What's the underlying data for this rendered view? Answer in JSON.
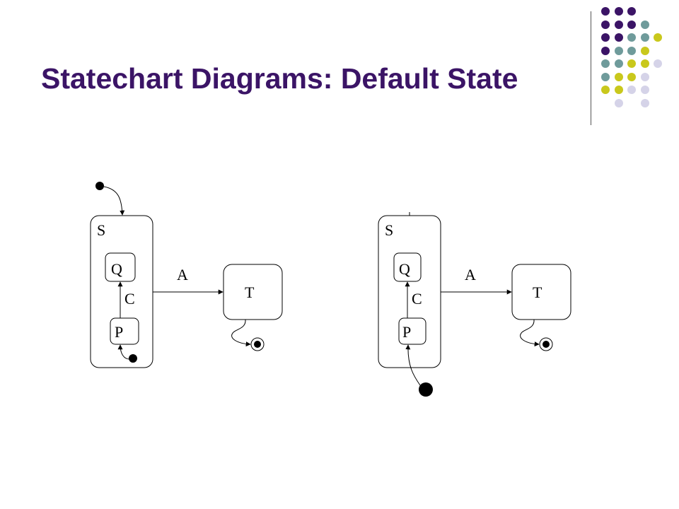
{
  "slide": {
    "title": "Statechart Diagrams: Default State"
  },
  "colors": {
    "title": "#3b1466",
    "dot_purple": "#3b1466",
    "dot_teal": "#6f9b9b",
    "dot_yellow": "#c9c81c",
    "dot_lavender": "#d5d3e8"
  },
  "decoration": {
    "dots": [
      [
        "purple",
        "purple",
        "purple",
        "empty",
        "empty"
      ],
      [
        "purple",
        "purple",
        "purple",
        "teal",
        "empty"
      ],
      [
        "purple",
        "purple",
        "teal",
        "teal",
        "yellow"
      ],
      [
        "purple",
        "teal",
        "teal",
        "yellow",
        "empty"
      ],
      [
        "teal",
        "teal",
        "yellow",
        "yellow",
        "lavender"
      ],
      [
        "teal",
        "yellow",
        "yellow",
        "lavender",
        "empty"
      ],
      [
        "yellow",
        "yellow",
        "lavender",
        "lavender",
        "empty"
      ],
      [
        "empty",
        "lavender",
        "empty",
        "lavender",
        "empty"
      ]
    ]
  },
  "diagrams": [
    {
      "superstate": "S",
      "substate_top": "Q",
      "substate_bottom": "P",
      "inner_transition": "C",
      "outer_transition": "A",
      "target": "T"
    },
    {
      "superstate": "S",
      "substate_top": "Q",
      "substate_bottom": "P",
      "inner_transition": "C",
      "outer_transition": "A",
      "target": "T"
    }
  ]
}
